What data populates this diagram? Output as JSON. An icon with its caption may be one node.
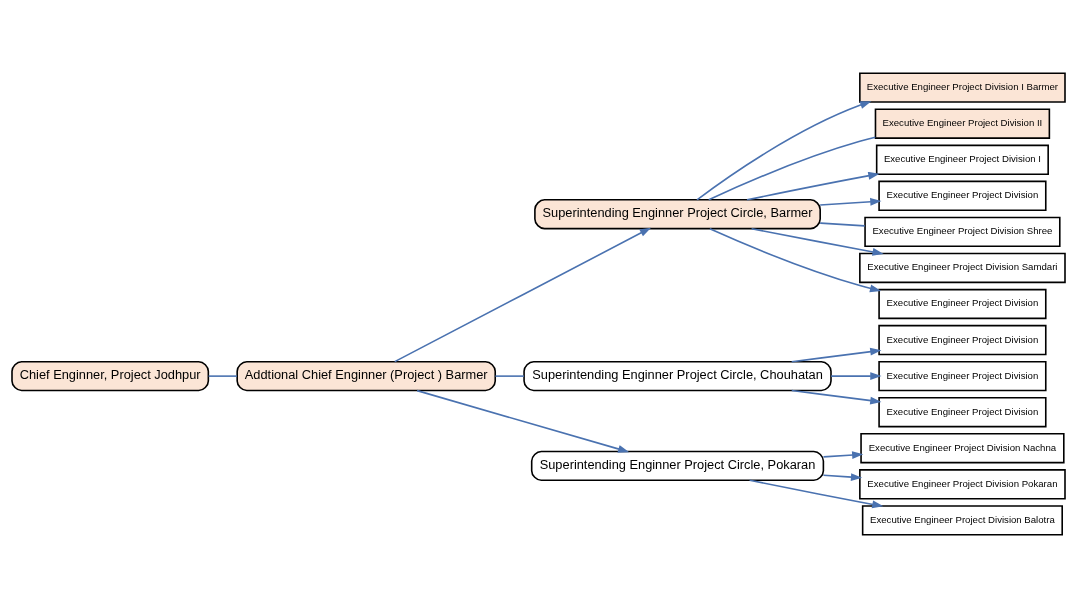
{
  "diagram": {
    "nodes": [
      {
        "text": [
          "Chief Enginner, Project Jodhpur"
        ]
      },
      {
        "text": [
          "Addtional Chief Enginner (Project ) Barmer"
        ]
      },
      {
        "text": [
          "Superintending Enginner Project Circle, Barmer"
        ]
      },
      {
        "text": [
          "Superintending Enginner Project Circle, Chouhatan"
        ]
      },
      {
        "text": [
          "Executive Engineer Project Division I Barmer"
        ]
      },
      {
        "text": [
          "Executive Engineer Project Division II"
        ]
      },
      {
        "text": [
          "Executive Engineer Project Division I"
        ]
      },
      {
        "text": [
          "Executive Engineer Project Division"
        ]
      },
      {
        "text": [
          "Executive Engineer Project Division Shree"
        ]
      },
      {
        "text": [
          "Executive Engineer Project Division Samdari"
        ]
      },
      {
        "text": [
          "Executive Engineer Project Division"
        ]
      },
      {
        "text": [
          "Executive Engineer Project Division"
        ]
      },
      {
        "text": [
          "Executive Engineer Project Division"
        ]
      },
      {
        "text": [
          "Executive Engineer Project Division"
        ]
      },
      {
        "text": [
          "Superintending Enginner Project Circle, Pokaran"
        ]
      },
      {
        "text": [
          "Executive Engineer Project Division Nachna"
        ]
      },
      {
        "text": [
          "Executive Engineer Project Division Pokaran"
        ]
      },
      {
        "text": [
          "Executive Engineer Project Division Balotra"
        ]
      }
    ],
    "edges": [
      {
        "from": 0,
        "to": 1,
        "arrow": "none"
      },
      {
        "from": 1,
        "to": 2,
        "arrow": "to"
      },
      {
        "from": 1,
        "to": 3,
        "arrow": "none"
      },
      {
        "from": 1,
        "to": 14,
        "arrow": "to"
      },
      {
        "from": 2,
        "to": 4,
        "arrow": "to"
      },
      {
        "from": 2,
        "to": 5,
        "arrow": "none"
      },
      {
        "from": 2,
        "to": 6,
        "arrow": "to"
      },
      {
        "from": 2,
        "to": 7,
        "arrow": "to"
      },
      {
        "from": 2,
        "to": 8,
        "arrow": "none"
      },
      {
        "from": 2,
        "to": 9,
        "arrow": "to"
      },
      {
        "from": 2,
        "to": 10,
        "arrow": "to"
      },
      {
        "from": 3,
        "to": 11,
        "arrow": "to"
      },
      {
        "from": 3,
        "to": 12,
        "arrow": "to"
      },
      {
        "from": 3,
        "to": 13,
        "arrow": "to"
      },
      {
        "from": 14,
        "to": 15,
        "arrow": "to"
      },
      {
        "from": 14,
        "to": 16,
        "arrow": "to"
      },
      {
        "from": 14,
        "to": 17,
        "arrow": "to"
      }
    ]
  }
}
